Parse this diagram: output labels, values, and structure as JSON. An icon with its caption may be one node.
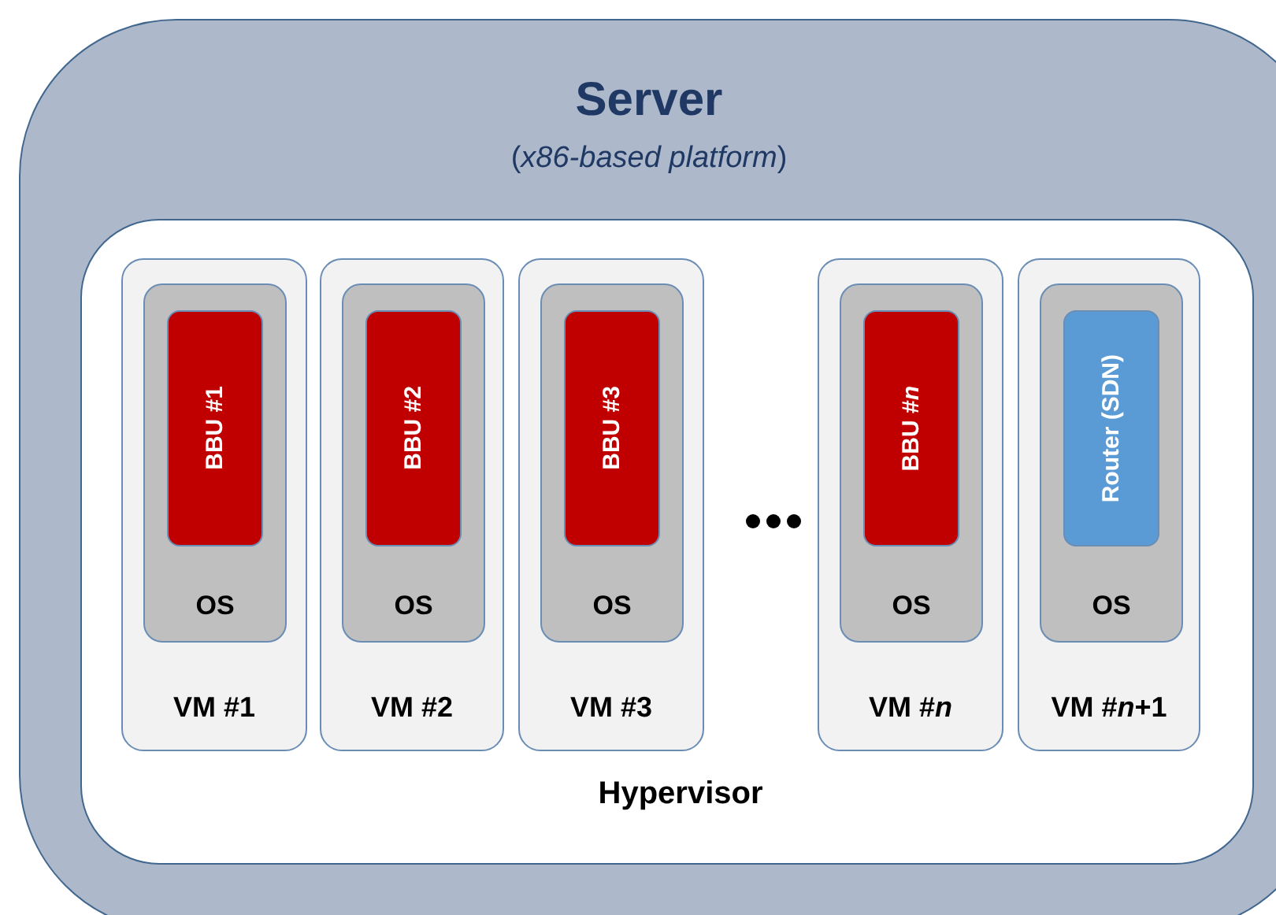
{
  "diagram": {
    "nodes": [
      {
        "text": [
          "Server",
          "(*x86-based platform*)"
        ]
      },
      {
        "text": [
          "Hypervisor"
        ],
        "in": 0
      },
      {
        "text": [
          "VM #1"
        ],
        "in": 1
      },
      {
        "text": [
          "OS"
        ],
        "in": 2
      },
      {
        "text": [
          "BBU #1"
        ],
        "in": 3
      },
      {
        "text": [
          "VM #2"
        ],
        "in": 1
      },
      {
        "text": [
          "OS"
        ],
        "in": 5
      },
      {
        "text": [
          "BBU #2"
        ],
        "in": 6
      },
      {
        "text": [
          "VM #3"
        ],
        "in": 1
      },
      {
        "text": [
          "OS"
        ],
        "in": 8
      },
      {
        "text": [
          "BBU #3"
        ],
        "in": 9
      },
      {
        "text": [
          "VM #*n*"
        ],
        "in": 1
      },
      {
        "text": [
          "OS"
        ],
        "in": 11
      },
      {
        "text": [
          "BBU #*n*"
        ],
        "in": 12
      },
      {
        "text": [
          "VM #*n*+1"
        ],
        "in": 1
      },
      {
        "text": [
          "OS"
        ],
        "in": 14
      },
      {
        "text": [
          "Router (SDN)"
        ],
        "in": 15
      }
    ]
  }
}
